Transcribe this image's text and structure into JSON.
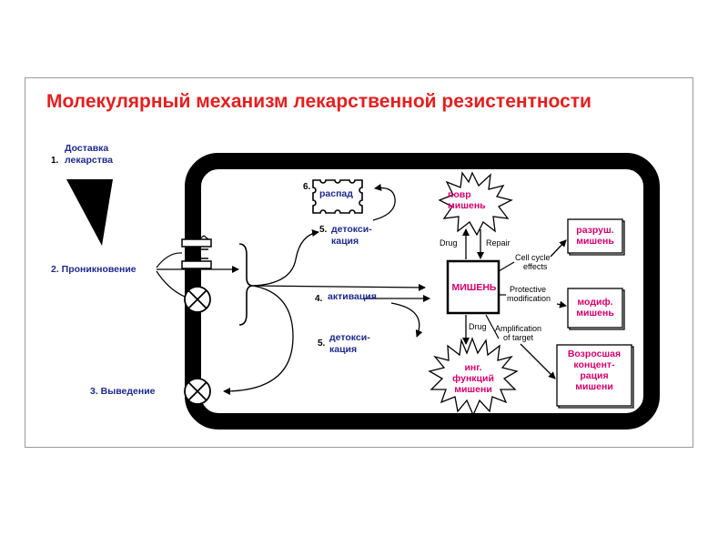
{
  "title": "Молекулярный механизм лекарственной резистентности",
  "steps": {
    "delivery_num": "1.",
    "delivery_l1": "Доставка",
    "delivery_l2": "лекарства",
    "penetration": "2. Проникновение",
    "excretion": "3. Выведение",
    "activation_num": "4.",
    "activation": "активация",
    "detox_top_num": "5.",
    "detox_top_l1": "детокси-",
    "detox_top_l2": "кация",
    "detox_bot_num": "5.",
    "detox_bot_l1": "детокси-",
    "detox_bot_l2": "кация",
    "decay_num": "6.",
    "decay": "распад"
  },
  "target": {
    "label": "МИШЕНЬ",
    "drug_top": "Drug",
    "repair": "Repair",
    "drug_bottom": "Drug",
    "cell_cycle_l1": "Cell cycle",
    "cell_cycle_l2": "effects",
    "protective_l1": "Protective",
    "protective_l2": "modification",
    "amplification_l1": "Amplification",
    "amplification_l2": "of target"
  },
  "outcomes": {
    "damage_l1": "повр",
    "damage_l2": "мишень",
    "inhibit_l1": "инг.",
    "inhibit_l2": "функций",
    "inhibit_l3": "мишени",
    "destroyed_l1": "разруш.",
    "destroyed_l2": "мишень",
    "modified_l1": "модиф.",
    "modified_l2": "мишень",
    "increased_l1": "Возросшая",
    "increased_l2": "концент-",
    "increased_l3": "рация",
    "increased_l4": "мишени"
  }
}
